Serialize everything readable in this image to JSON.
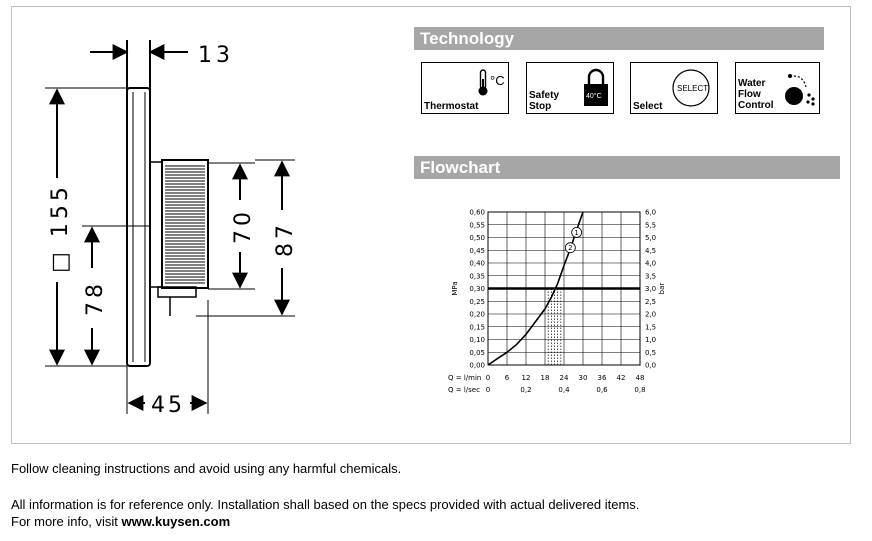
{
  "dimensions": {
    "d13": "13",
    "d155": "155",
    "d155_prefix": "□",
    "d78": "78",
    "d70": "70",
    "d87": "87",
    "d45": "45"
  },
  "technology": {
    "title": "Technology",
    "thermostat_label": "Thermostat",
    "thermostat_unit": "°C",
    "safety_label": "Safety\nStop",
    "safety_temp": "40°C",
    "select_label": "Select",
    "select_button": "SELECT",
    "waterflow_label": "Water\nFlow\nControl"
  },
  "flowchart": {
    "title": "Flowchart"
  },
  "chart_data": {
    "type": "line",
    "ylabel_left": "MPa",
    "ylabel_right": "bar",
    "y_ticks_left": [
      "0,00",
      "0,05",
      "0,10",
      "0,15",
      "0,20",
      "0,25",
      "0,30",
      "0,35",
      "0,40",
      "0,45",
      "0,50",
      "0,55",
      "0,60"
    ],
    "y_ticks_right": [
      "0,0",
      "0,5",
      "1,0",
      "1,5",
      "2,0",
      "2,5",
      "3,0",
      "3,5",
      "4,0",
      "4,5",
      "5,0",
      "5,5",
      "6,0"
    ],
    "ylim": [
      0,
      0.6
    ],
    "xlim": [
      0,
      48
    ],
    "x_row1_label": "Q = l/min",
    "x_row1_ticks": [
      "0",
      "6",
      "12",
      "18",
      "24",
      "30",
      "36",
      "42",
      "48"
    ],
    "x_row1_values": [
      0,
      6,
      12,
      18,
      24,
      30,
      36,
      42,
      48
    ],
    "x_row2_label": "Q = l/sec",
    "x_row2_ticks": [
      "0",
      "0,2",
      "0,4",
      "0,6",
      "0,8"
    ],
    "x_row2_values": [
      0,
      12,
      24,
      36,
      48
    ],
    "reference_line_y": 0.3,
    "dashed_lines_x": [
      19,
      20,
      21,
      22,
      23
    ],
    "series": [
      {
        "curve": [
          [
            0,
            0
          ],
          [
            3,
            0.025
          ],
          [
            6,
            0.05
          ],
          [
            9,
            0.08
          ],
          [
            12,
            0.12
          ],
          [
            15,
            0.17
          ],
          [
            18,
            0.22
          ],
          [
            20,
            0.265
          ],
          [
            22,
            0.32
          ],
          [
            24,
            0.39
          ],
          [
            26,
            0.455
          ],
          [
            28,
            0.53
          ],
          [
            30,
            0.6
          ]
        ],
        "markers": [
          {
            "label": "1",
            "x": 28,
            "y": 0.52
          },
          {
            "label": "2",
            "x": 26,
            "y": 0.46
          }
        ]
      }
    ]
  },
  "footer": {
    "line1": "Follow cleaning instructions and avoid using any harmful chemicals.",
    "line2": "All information is for reference only. Installation shall based on the specs provided with actual delivered items.",
    "line3_prefix": "For more info, visit ",
    "line3_link": "www.kuysen.com"
  },
  "colors": {
    "section_bar": "#a6a6a6",
    "panel_border": "#bfbfbf"
  }
}
